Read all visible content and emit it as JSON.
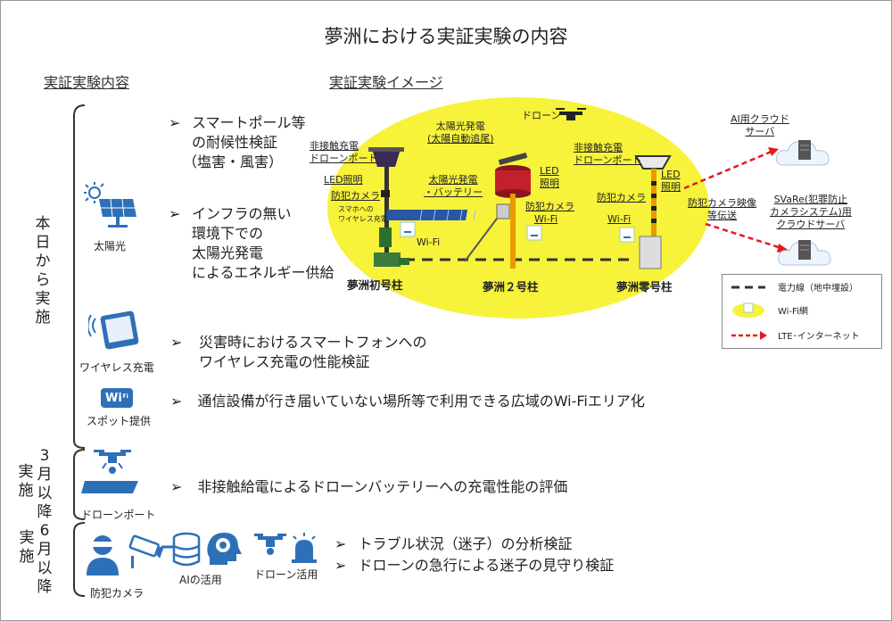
{
  "title": "夢洲における実証実験の内容",
  "headings": {
    "content": "実証実験内容",
    "image": "実証実験イメージ"
  },
  "periods": {
    "today": "本日から実施",
    "march_num": "3",
    "march_text": "月以降",
    "march_side": "実施",
    "june_num": "6",
    "june_text": "月以降",
    "june_side": "実施"
  },
  "icons": {
    "solar": "太陽光",
    "wireless": "ワイヤレス充電",
    "wifi_spot": "スポット提供",
    "wifi_logo": "Wi",
    "drone_port": "ドローンポート",
    "camera": "防犯カメラ",
    "ai": "AIの活用",
    "drone_use": "ドローン活用"
  },
  "bullets": {
    "b1": [
      "スマートポール等",
      "の耐候性検証",
      "（塩害・風害）"
    ],
    "b2": [
      "インフラの無い",
      "環境下での",
      "太陽光発電",
      "によるエネルギー供給"
    ],
    "b3": [
      "災害時におけるスマートフォンへの",
      "ワイヤレス充電の性能検証"
    ],
    "b4": "通信設備が行き届いていない場所等で利用できる広域のWi-Fiエリア化",
    "b5": "非接触給電によるドローンバッテリーへの充電性能の評価",
    "b6": "トラブル状況（迷子）の分析検証",
    "b7": "ドローンの急行による迷子の見守り検証"
  },
  "image": {
    "drone": "ドローン",
    "solar_top": [
      "太陽光発電",
      "(太陽自動追尾)"
    ],
    "p1_charge": [
      "非接触充電",
      "ドローンポート"
    ],
    "p1_led": "LED照明",
    "p1_cam": "防犯カメラ",
    "p1_phone": [
      "スマホへの",
      "ワイヤレス充電"
    ],
    "p1_wifi": "Wi-Fi",
    "solar_batt": [
      "太陽光発電",
      "・バッテリー"
    ],
    "p2_led": [
      "LED",
      "照明"
    ],
    "p2_cam": "防犯カメラ",
    "p2_wifi": "Wi-Fi",
    "p0_charge": [
      "非接触充電",
      "ドローンポート"
    ],
    "p0_led": [
      "LED",
      "照明"
    ],
    "p0_cam": "防犯カメラ",
    "p0_wifi": "Wi-Fi",
    "pole1": "夢洲初号柱",
    "pole2": "夢洲２号柱",
    "pole0": "夢洲零号柱",
    "transmit": [
      "防犯カメラ映像",
      "等伝送"
    ]
  },
  "cloud": {
    "ai_server": [
      "AI用クラウド",
      "サーバ"
    ],
    "svare_server": [
      "SVaRe(犯罪防止",
      "カメラシステム)用",
      "クラウドサーバ"
    ]
  },
  "legend": {
    "power": "電力線（地中埋設）",
    "wifi": "Wi-Fi網",
    "lte": "LTE･インターネット"
  },
  "colors": {
    "yellow_area": "#f7f23a",
    "icon_blue": "#2d70b8",
    "lte_red": "#e31b1b",
    "pole_red": "#c3202b",
    "pole_amber": "#e89a00"
  }
}
